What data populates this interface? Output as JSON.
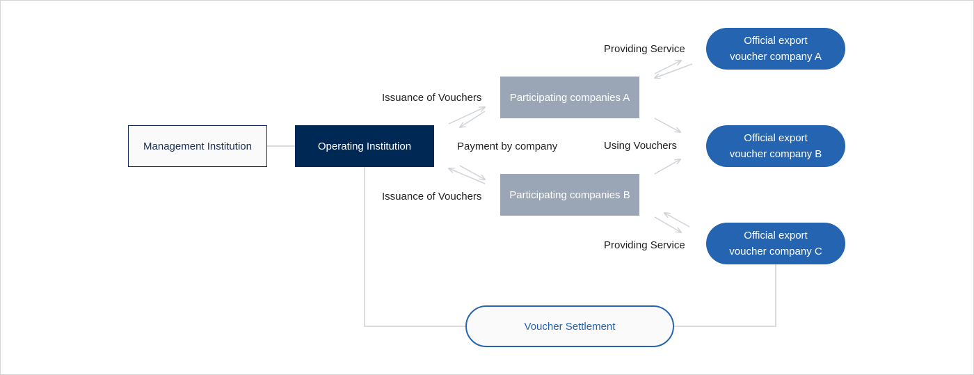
{
  "nodes": {
    "management_institution": "Management Institution",
    "operating_institution": "Operating Institution",
    "participating_a": "Participating companies A",
    "participating_b": "Participating companies B",
    "export_a": {
      "line1": "Official export",
      "line2": "voucher company A"
    },
    "export_b": {
      "line1": "Official export",
      "line2": "voucher company B"
    },
    "export_c": {
      "line1": "Official export",
      "line2": "voucher company C"
    },
    "voucher_settlement": "Voucher Settlement"
  },
  "labels": {
    "issuance_a": "Issuance of Vouchers",
    "issuance_b": "Issuance of Vouchers",
    "payment": "Payment by company",
    "providing_a": "Providing Service",
    "using": "Using Vouchers",
    "providing_c": "Providing Service"
  },
  "colors": {
    "navy": "#002855",
    "blue": "#2564b0",
    "gray_box": "#9aa6b6",
    "arrow": "#cfd3d8"
  }
}
